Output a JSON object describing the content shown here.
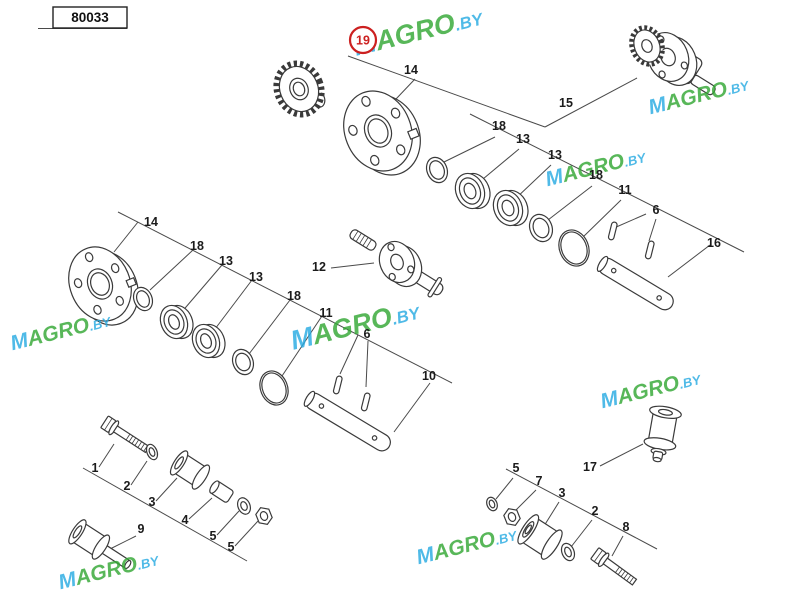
{
  "page": {
    "doc_number": "80033"
  },
  "colors": {
    "highlight": "#cc2020",
    "ink": "#3a3a3a",
    "watermark_green": "#34a835",
    "watermark_cyan": "#29abe2"
  },
  "watermarks": {
    "m": "M",
    "agro": "AGRO",
    "by": ".BY"
  },
  "callouts": {
    "c19": "19",
    "c14_top": "14",
    "c15": "15",
    "c18_a": "18",
    "c13_a": "13",
    "c13_b": "13",
    "c18_b": "18",
    "c11_a": "11",
    "c6_a": "6",
    "c16": "16",
    "c12": "12",
    "c14_mid": "14",
    "c18_c": "18",
    "c13_c": "13",
    "c13_d": "13",
    "c18_d": "18",
    "c11_b": "11",
    "c6_b": "6",
    "c10": "10",
    "c1": "1",
    "c2_a": "2",
    "c3_a": "3",
    "c4": "4",
    "c5_a": "5",
    "c5_b": "5",
    "c9": "9",
    "c5_c": "5",
    "c7": "7",
    "c3_b": "3",
    "c2_b": "2",
    "c8": "8",
    "c17": "17"
  }
}
